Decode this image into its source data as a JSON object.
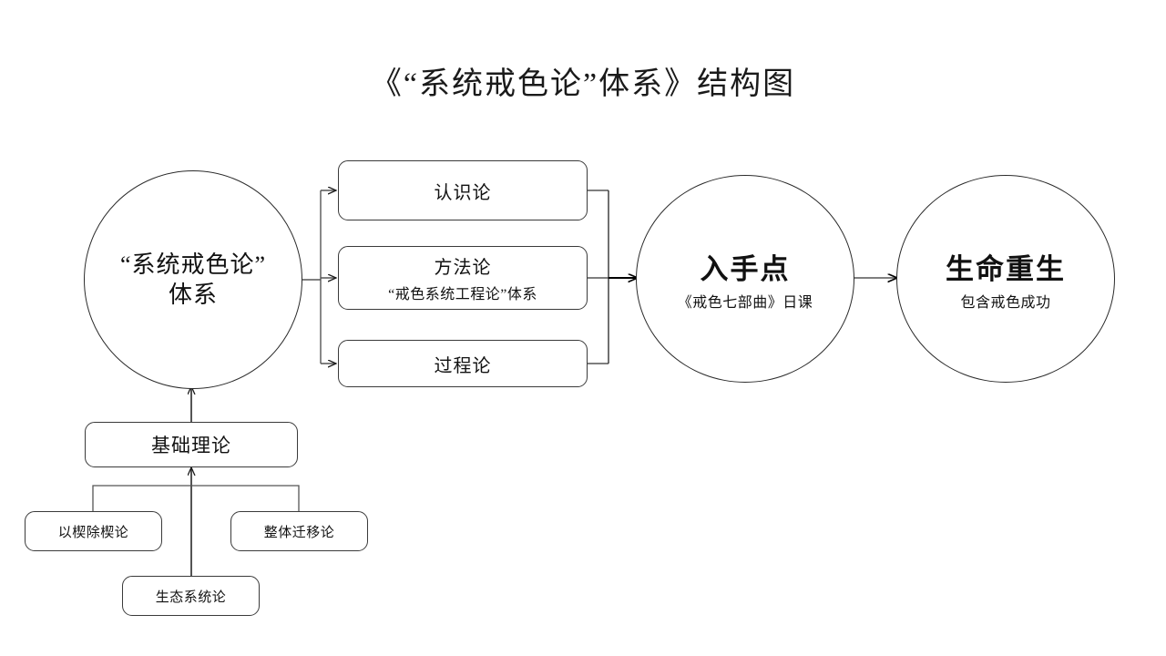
{
  "page": {
    "title": "《“系统戒色论”体系》结构图",
    "background": "#ffffff",
    "line_color": "#3a3a3a",
    "text_color": "#111111"
  },
  "nodes": {
    "core": {
      "label": "“系统戒色论”\n体系",
      "shape": "circle"
    },
    "epistemology": {
      "label": "认识论",
      "shape": "rounded-rect"
    },
    "methodology": {
      "label": "方法论",
      "sublabel": "“戒色系统工程论”体系",
      "shape": "rounded-rect"
    },
    "process": {
      "label": "过程论",
      "shape": "rounded-rect"
    },
    "entrypoint": {
      "label": "入手点",
      "sublabel": "《戒色七部曲》日课",
      "shape": "circle"
    },
    "rebirth": {
      "label": "生命重生",
      "sublabel": "包含戒色成功",
      "shape": "circle"
    },
    "foundation": {
      "label": "基础理论",
      "shape": "rounded-rect"
    },
    "wedge": {
      "label": "以楔除楔论",
      "shape": "rounded-rect"
    },
    "transfer": {
      "label": "整体迁移论",
      "shape": "rounded-rect"
    },
    "ecosystem": {
      "label": "生态系统论",
      "shape": "rounded-rect"
    }
  },
  "edges": [
    {
      "id": "core-to-epistemology",
      "from": "core",
      "to": "epistemology",
      "arrow": true
    },
    {
      "id": "core-to-methodology",
      "from": "core",
      "to": "methodology",
      "arrow": true
    },
    {
      "id": "core-to-process",
      "from": "core",
      "to": "process",
      "arrow": true
    },
    {
      "id": "branches-to-entrypoint",
      "from": "epistemology,methodology,process",
      "to": "entrypoint",
      "arrow": true
    },
    {
      "id": "entrypoint-to-rebirth",
      "from": "entrypoint",
      "to": "rebirth",
      "arrow": true
    },
    {
      "id": "foundation-to-core",
      "from": "foundation",
      "to": "core",
      "arrow": true
    },
    {
      "id": "theories-to-foundation",
      "from": "wedge,ecosystem,transfer",
      "to": "foundation",
      "arrow": true
    }
  ]
}
